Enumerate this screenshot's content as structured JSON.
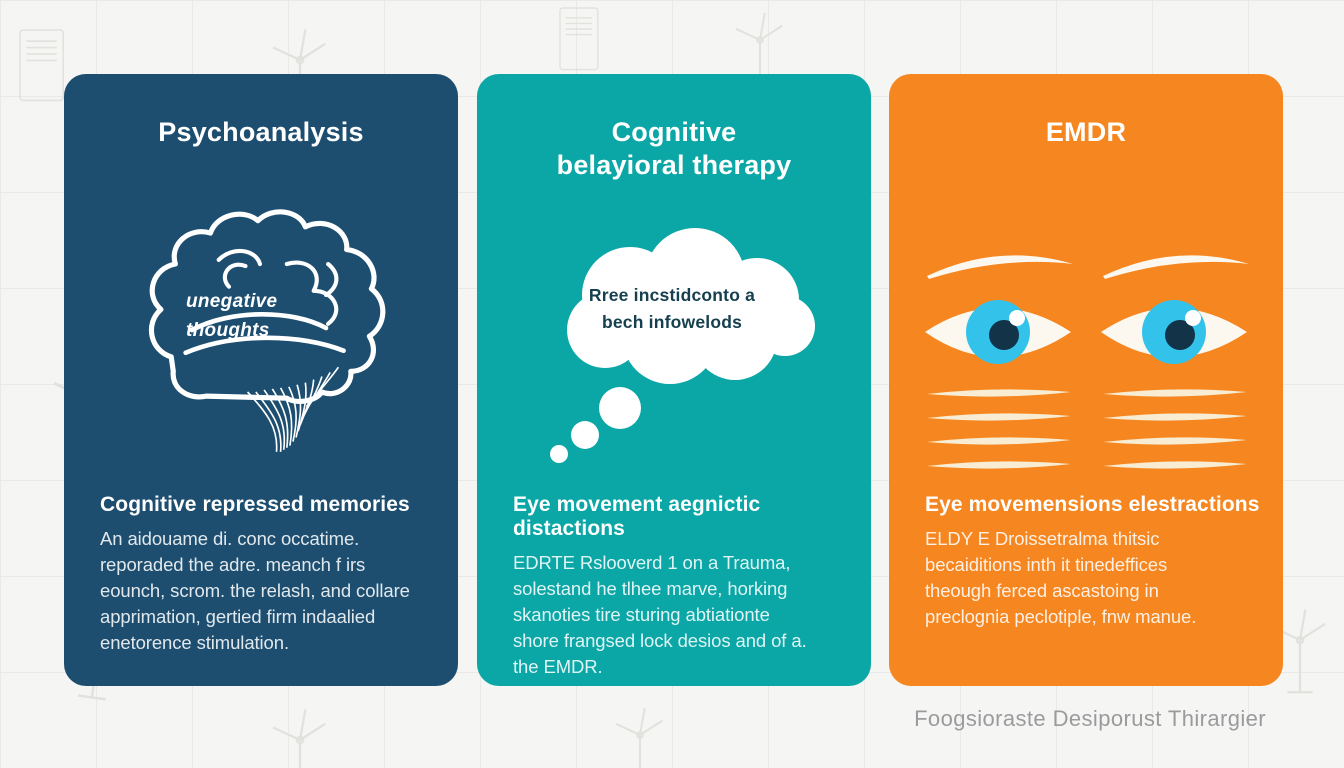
{
  "page": {
    "background_color": "#f5f5f3",
    "grid_line_color": "#e9e9e7",
    "doodle_color": "#e1e1de",
    "footer_credit": "Foogsioraste Desiporust Thirargier"
  },
  "cards": [
    {
      "id": "psychoanalysis",
      "color": "#1d4e70",
      "title": "Psychoanalysis",
      "icon": "brain-outline-icon",
      "icon_label": "unegative\nthoughts",
      "heading": "Cognitive repressed memories",
      "body": "An aidouame di. conc occatime.\nreporaded the adre. meanch f irs\neounch, scrom. the relash, and collare\napprimation, gertied firm indaalied\nenetorence stimulation."
    },
    {
      "id": "cognitive-behavioral-therapy",
      "color": "#0ba6a6",
      "title": "Cognitive\nbelayioral therapy",
      "icon": "thought-bubble-icon",
      "bubble_line1": "Rree incstidconto a",
      "bubble_line2": "bech infowelods",
      "bubble_fill": "#ffffff",
      "bubble_text_color": "#16404f",
      "heading": "Eye movement aegnictic distactions",
      "body": "EDRTE Rslooverd 1 on a Trauma,\nsolestand he tlhee marve, horking\nskanoties tire sturing abtiationte\nshore frangsed lock desios and of a.\nthe EMDR."
    },
    {
      "id": "emdr",
      "color": "#f6861f",
      "title": "EMDR",
      "icon": "eyes-icon",
      "eye_white": "#fdf8ef",
      "iris_color": "#33c2e9",
      "pupil_color": "#133349",
      "motion_line_color": "#f8ecd2",
      "heading": "Eye movemensions elestractions",
      "body": "ELDY E Droissetralma thitsic\nbecaiditions inth it tinedeffices\ntheough ferced ascastoing in\npreclognia peclotiple, fnw manue."
    }
  ]
}
